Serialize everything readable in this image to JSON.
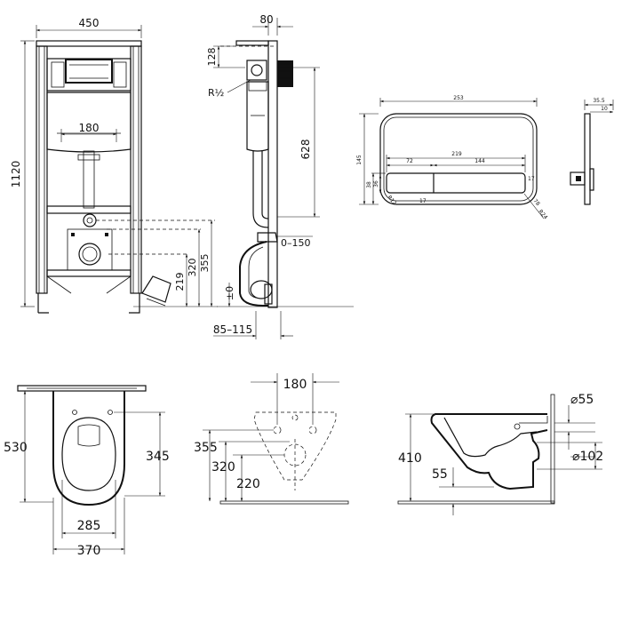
{
  "frame": {
    "width": "450",
    "height": "1120",
    "tank_center": "180",
    "h1": "219",
    "h2": "320",
    "h3": "355"
  },
  "side": {
    "depth": "80",
    "top_offset": "128",
    "thread": "R½",
    "height": "628",
    "wall_adjust": "0–150",
    "floor": "±0",
    "depth_range": "85–115"
  },
  "plate": {
    "width": "253",
    "height": "145",
    "inner_width": "219",
    "button_small": "72",
    "button_large": "144",
    "h38": "38",
    "h36": "36",
    "h17a": "17",
    "h17b": "17",
    "r78": "78",
    "r24": "R24",
    "r12": "R12",
    "depth_total": "35.5",
    "depth_plate": "10"
  },
  "bowl_top": {
    "length": "530",
    "fix_height": "345",
    "inner_width": "285",
    "outer_width": "370"
  },
  "bowl_back": {
    "spacing": "180",
    "h355": "355",
    "h320": "320",
    "h220": "220"
  },
  "bowl_side": {
    "height": "410",
    "dia_inlet": "55",
    "dia_outlet": "102",
    "h55": "55"
  }
}
